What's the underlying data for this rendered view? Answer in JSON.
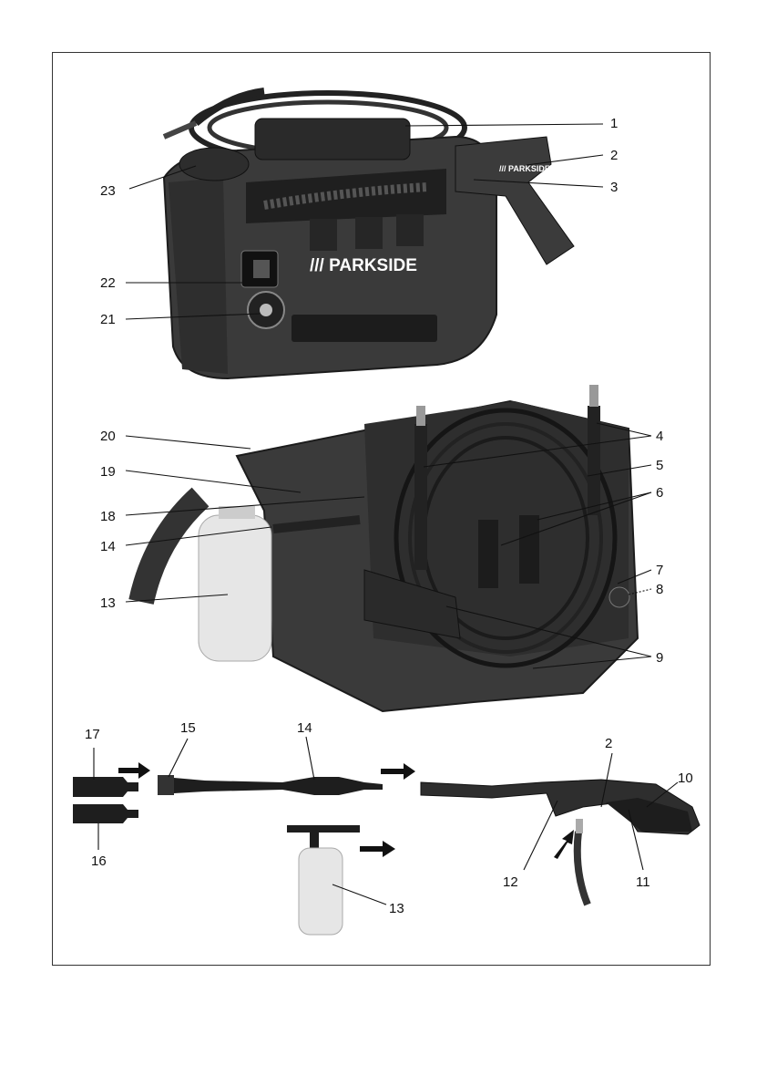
{
  "brand": {
    "main": "/// PARKSIDE",
    "gun": "/// PARKSIDE"
  },
  "callouts": [
    "1",
    "2",
    "3",
    "4",
    "5",
    "6",
    "7",
    "8",
    "9",
    "10",
    "11",
    "12",
    "13",
    "14",
    "15",
    "16",
    "17",
    "18",
    "19",
    "20",
    "21",
    "22",
    "23"
  ],
  "labels": {
    "c1": "1",
    "c2a": "2",
    "c3": "3",
    "c23": "23",
    "c22": "22",
    "c21": "21",
    "c20": "20",
    "c19": "19",
    "c18": "18",
    "c14a": "14",
    "c13a": "13",
    "c4": "4",
    "c5": "5",
    "c6": "6",
    "c7": "7",
    "c8": "8",
    "c9": "9",
    "c17": "17",
    "c15": "15",
    "c14b": "14",
    "c2b": "2",
    "c10": "10",
    "c16": "16",
    "c12": "12",
    "c11": "11",
    "c13b": "13"
  },
  "colors": {
    "body": "#3a3a3a",
    "dark": "#1c1c1c",
    "mid": "#555555",
    "bottle": "#e6e6e6"
  }
}
